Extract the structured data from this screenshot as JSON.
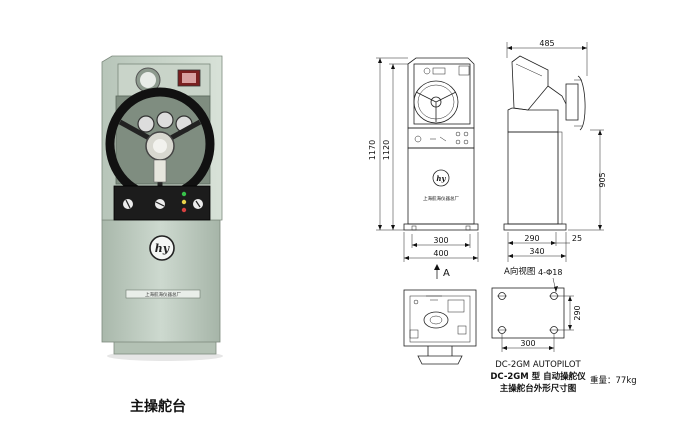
{
  "photo": {
    "caption": "主操舵台",
    "brand_logo": "hy",
    "nameplate": "上海航海仪器总厂"
  },
  "front_view": {
    "height_overall": "1170",
    "height_body": "1120",
    "width_top": "300",
    "width_base": "400",
    "view_arrow_label": "A",
    "brand_logo": "hy",
    "nameplate": "上海航海仪器总厂"
  },
  "side_view": {
    "width_top": "485",
    "height_pedestal": "905",
    "depth_base": "290",
    "depth_overall": "340",
    "offset": "25"
  },
  "a_view": {
    "title": "A向视图",
    "holes": "4-Φ18",
    "depth": "290",
    "width": "300"
  },
  "title_block": {
    "line1": "DC-2GM AUTOPILOT",
    "line2": "DC-2GM 型 自动操舵仪",
    "line3": "主操舵台外形尺寸图",
    "weight": "重量：77kg"
  },
  "colors": {
    "panel": "#b9c7bb",
    "steel": "#d2dcd2",
    "dark": "#1a1a1a"
  }
}
